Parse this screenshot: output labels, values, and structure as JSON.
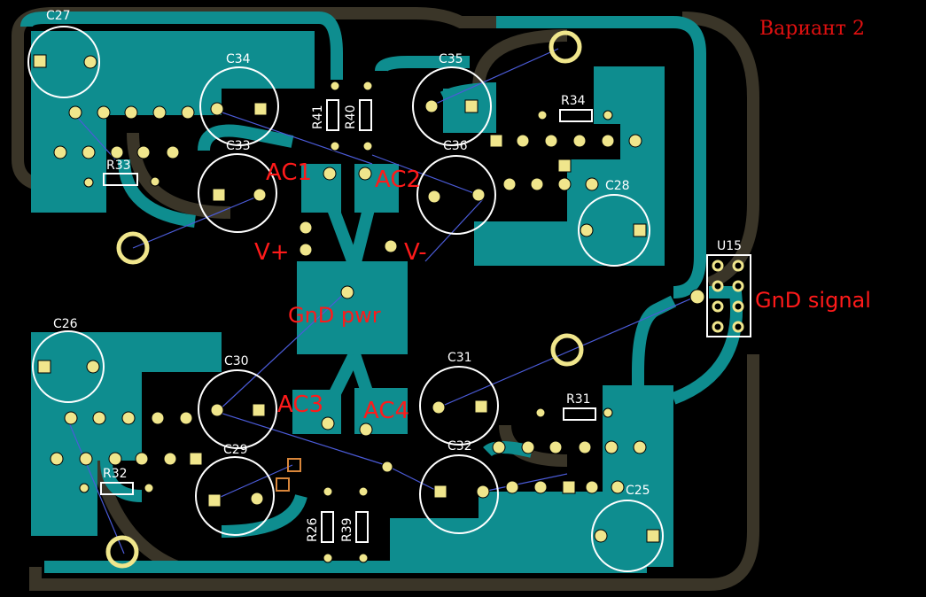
{
  "board": {
    "variant_label": "Вариант 2",
    "colors": {
      "background": "#000000",
      "copper": "#0e8d8f",
      "outline_track": "#3a3528",
      "silkscreen": "#ffffff",
      "net_label": "#ff1a1a",
      "ratsnest": "#4b5bd8",
      "pad_yellow": "#f0e68c"
    }
  },
  "capacitors": [
    "C27",
    "C34",
    "C35",
    "C33",
    "C36",
    "C28",
    "C26",
    "C30",
    "C31",
    "C29",
    "C32",
    "C25"
  ],
  "resistors": [
    "R33",
    "R41",
    "R40",
    "R34",
    "R31",
    "R32",
    "R26",
    "R39"
  ],
  "connector": "U15",
  "net_labels": {
    "ac1": "AC1",
    "ac2": "AC2",
    "ac3": "AC3",
    "ac4": "AC4",
    "v_plus": "V+",
    "v_minus": "V-",
    "gnd_pwr": "GnD pwr",
    "gnd_signal": "GnD signal"
  }
}
